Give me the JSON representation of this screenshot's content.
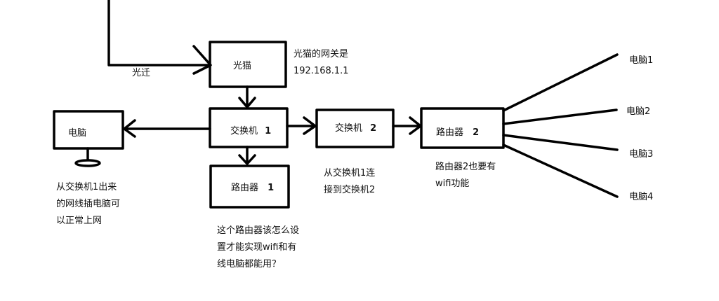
{
  "nodes": {
    "modem": {
      "label": "光猫"
    },
    "switch1": {
      "label": "交换机",
      "num": "1"
    },
    "switch2": {
      "label": "交换机",
      "num": "2"
    },
    "router1": {
      "label": "路由器",
      "num": "1"
    },
    "router2": {
      "label": "路由器",
      "num": "2"
    },
    "pc": {
      "label": "电脑"
    }
  },
  "edge_labels": {
    "fiber": "光迁"
  },
  "annotations": {
    "modem_gateway": [
      "光猫的网关是",
      "192.168.1.1"
    ],
    "pc_note": [
      "从交换机1出来",
      "的网线插电脑可",
      "以正常上网"
    ],
    "switch_link": [
      "从交换机1连",
      "接到交换机2"
    ],
    "router2_note": [
      "路由器2也要有",
      "wifi功能"
    ],
    "question": [
      "这个路由器该怎么设",
      "置才能实现wifi和有",
      "线电脑都能用？"
    ]
  },
  "computers": [
    "电脑1",
    "电脑2",
    "电脑3",
    "电脑4"
  ]
}
